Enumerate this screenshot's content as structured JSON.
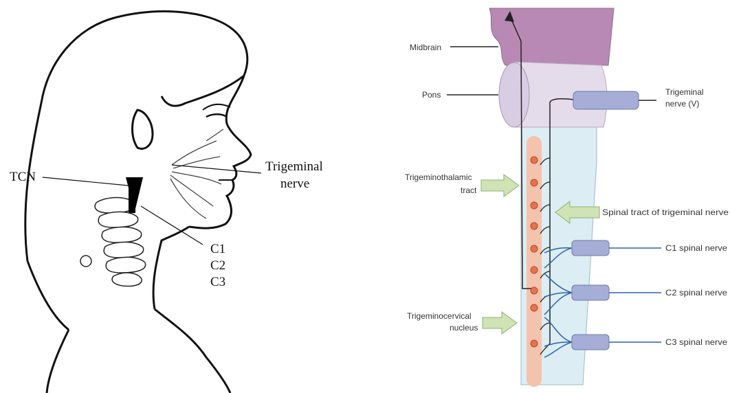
{
  "left_panel": {
    "label_tcn": "TCN",
    "label_trigeminal_line1": "Trigeminal",
    "label_trigeminal_line2": "nerve",
    "label_c1": "C1",
    "label_c2": "C2",
    "label_c3": "C3"
  },
  "right_panel": {
    "midbrain": "Midbrain",
    "pons": "Pons",
    "trigeminal_nerve_line1": "Trigeminal",
    "trigeminal_nerve_line2": "nerve (V)",
    "trigeminothalamic_line1": "Trigeminothalamic",
    "trigeminothalamic_line2": "tract",
    "spinal_tract": "Spinal tract of trigeminal nerve",
    "c1_spinal": "C1 spinal nerve",
    "c2_spinal": "C2 spinal nerve",
    "c3_spinal": "C3 spinal nerve",
    "trigeminocervical_line1": "Trigeminocervical",
    "trigeminocervical_line2": "nucleus"
  },
  "colors": {
    "midbrain": "#b889b5",
    "pons": "#e4dcea",
    "cord": "#dcedf3",
    "nucleus_strip": "#f3c3ad",
    "nucleus_dot": "#e8724b",
    "nerve_root": "#a6aed8",
    "arrow_green": "#cfe3b5",
    "spinal_fiber": "#2b62a8"
  }
}
